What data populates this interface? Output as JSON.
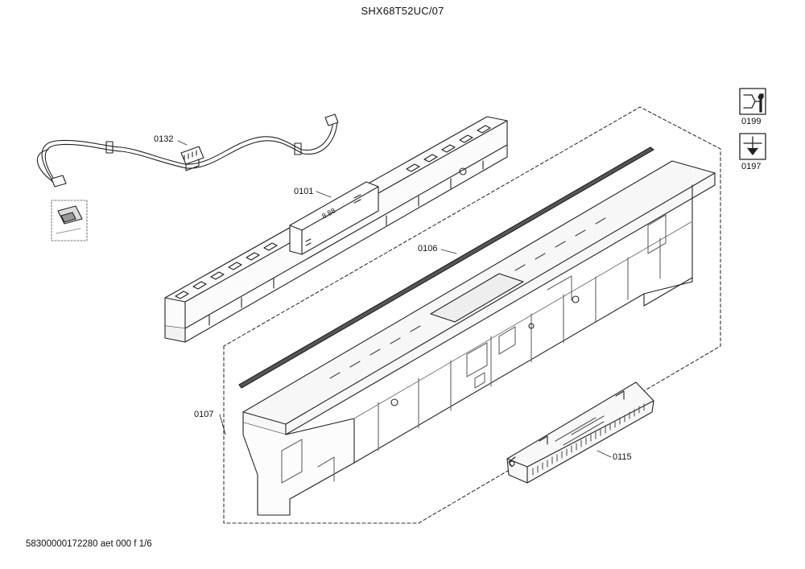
{
  "header": {
    "model_title": "SHX68T52UC/07"
  },
  "footer": {
    "drawing_code": "58300000172280 aet 000 f 1/6"
  },
  "parts": {
    "p0132": "0132",
    "p0101": "0101",
    "p0106": "0106",
    "p0107": "0107",
    "p0115": "0115"
  },
  "side_icons": [
    {
      "label": "0199",
      "icon": "service-wrench-icon"
    },
    {
      "label": "0197",
      "icon": "download-arrow-icon"
    }
  ],
  "display_readout": "8.88"
}
